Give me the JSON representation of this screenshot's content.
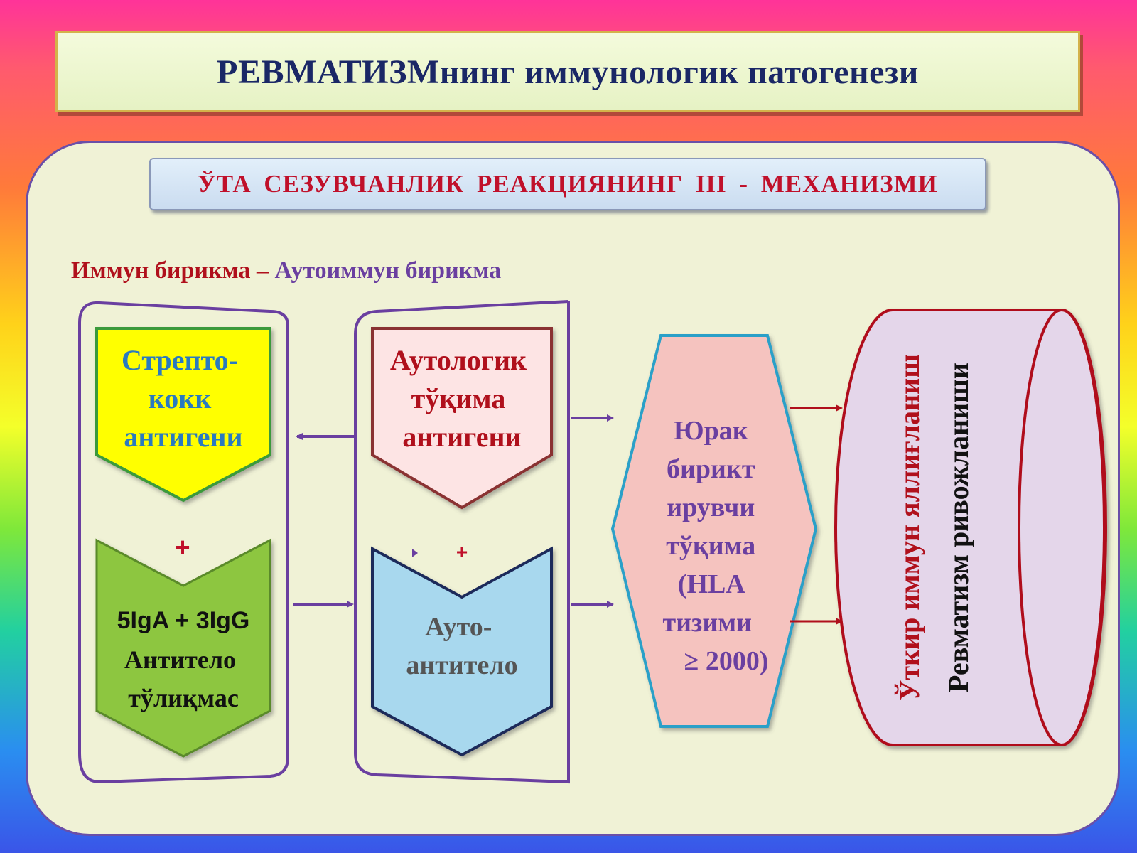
{
  "title": "РЕВМАТИЗМнинг иммунологик патогенези",
  "subtitle": "ЎТА  СЕЗУВЧАНЛИК  РЕАКЦИЯНИНГ  III - МЕХАНИЗМИ",
  "caption": {
    "part1": "Иммун бирикма – ",
    "part2": "Аутоиммун бирикма"
  },
  "nodes": {
    "streptococcus": [
      "Стрепто-",
      "кокк",
      "антигени"
    ],
    "plus_left": "+",
    "antibody": [
      "5IgA + 3IgG",
      "Антитело",
      "тўлиқмас"
    ],
    "autologous": [
      "Аутологик",
      "тўқима",
      "антигени"
    ],
    "plus_right": "+",
    "autoantibody": [
      "Ауто-",
      "антитело"
    ],
    "heart_tissue": [
      "Юрак",
      "бирикт",
      "ирувчи",
      "тўқима",
      "(HLA",
      "тизими",
      "≥ 2000)"
    ],
    "cylinder_line1": "Ўткир иммун яллиғланиш",
    "cylinder_line2": "Ревматизм ривожланиши"
  },
  "colors": {
    "accent_purple": "#6a3fa0",
    "accent_red": "#b0101c",
    "navy": "#1a2766",
    "yellow_fill": "#ffff00",
    "green_fill": "#8dc63f",
    "pink_fill": "#fde4e4",
    "blue_fill": "#a8d8ee",
    "hex_fill": "#f5c3bf",
    "cylinder_fill": "#e4d6ea"
  }
}
